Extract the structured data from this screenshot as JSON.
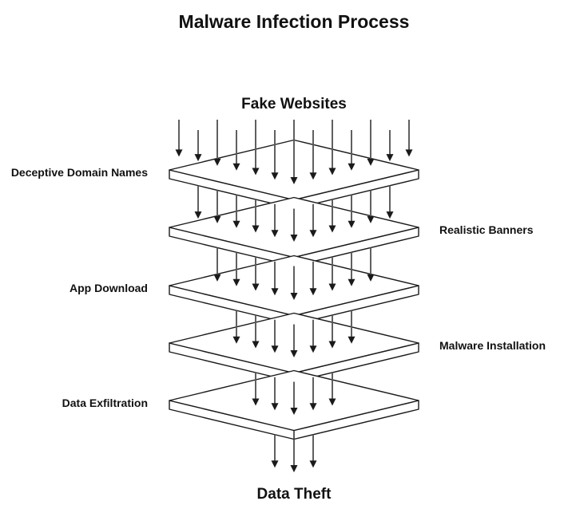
{
  "title": "Malware Infection Process",
  "source_label": "Fake Websites",
  "sink_label": "Data Theft",
  "layers": [
    {
      "label": "Deceptive Domain Names",
      "side": "left",
      "arrows_in": 13
    },
    {
      "label": "Realistic Banners",
      "side": "right",
      "arrows_in": 11
    },
    {
      "label": "App Download",
      "side": "left",
      "arrows_in": 9
    },
    {
      "label": "Malware Installation",
      "side": "right",
      "arrows_in": 7
    },
    {
      "label": "Data Exfiltration",
      "side": "left",
      "arrows_in": 5
    }
  ],
  "arrows_out": 3,
  "colors": {
    "background": "#ffffff",
    "plate_fill": "#ffffff",
    "plate_stroke": "#1a1a1a",
    "arrow_line": "#585858",
    "arrow_head": "#1a1a1a",
    "text": "#111111"
  }
}
